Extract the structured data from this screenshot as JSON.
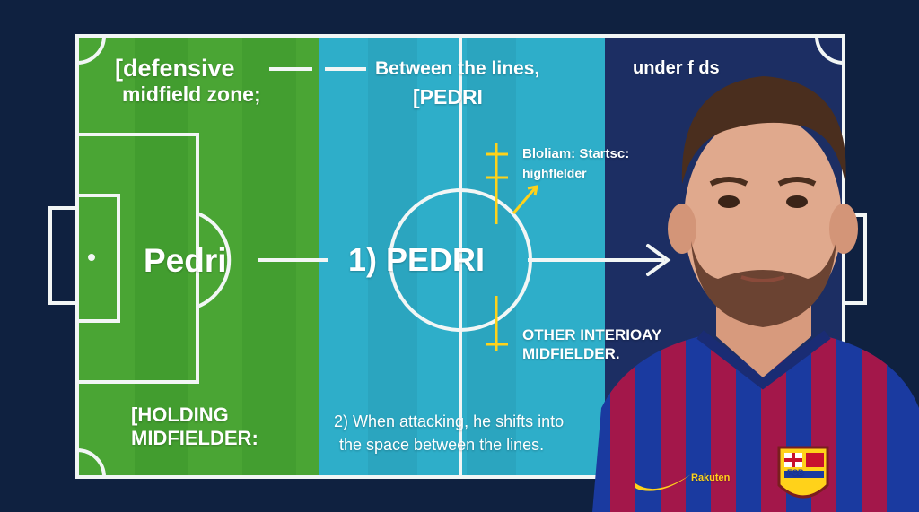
{
  "colors": {
    "background": "#0f2140",
    "zone_green": "#4aa534",
    "zone_teal": "#2eaec9",
    "zone_navy": "#1c2e63",
    "line": "#f2f6f5",
    "annotation": "#ffd21a",
    "shirt_blue": "#1a3aa0",
    "shirt_red": "#a3174a"
  },
  "labels": {
    "defensive_zone": "[defensive",
    "defensive_zone_2": "midfield zone;",
    "between_lines": "Between the lines,",
    "pedri_top": "[PEDRI",
    "under_pressure": "under f       ds",
    "left_player": "Pedri",
    "center_player": "1) PEDRI",
    "note_top_1": "Bloliam: Startsc:",
    "note_top_2": "highflelder",
    "note_bottom_1": "OTHER INTERIOAY",
    "note_bottom_2": "MIDFIELDER.",
    "holding_1": "[HOLDING",
    "holding_2": "MIDFIELDER:",
    "attacking_1": "2) When attacking, he shifts into",
    "attacking_2": "the space between the lines."
  },
  "player": {
    "icons": [
      "nike-swoosh-icon",
      "fcb-crest-icon"
    ],
    "crest_text": "FCB",
    "shirt_text": "Rakuten"
  }
}
